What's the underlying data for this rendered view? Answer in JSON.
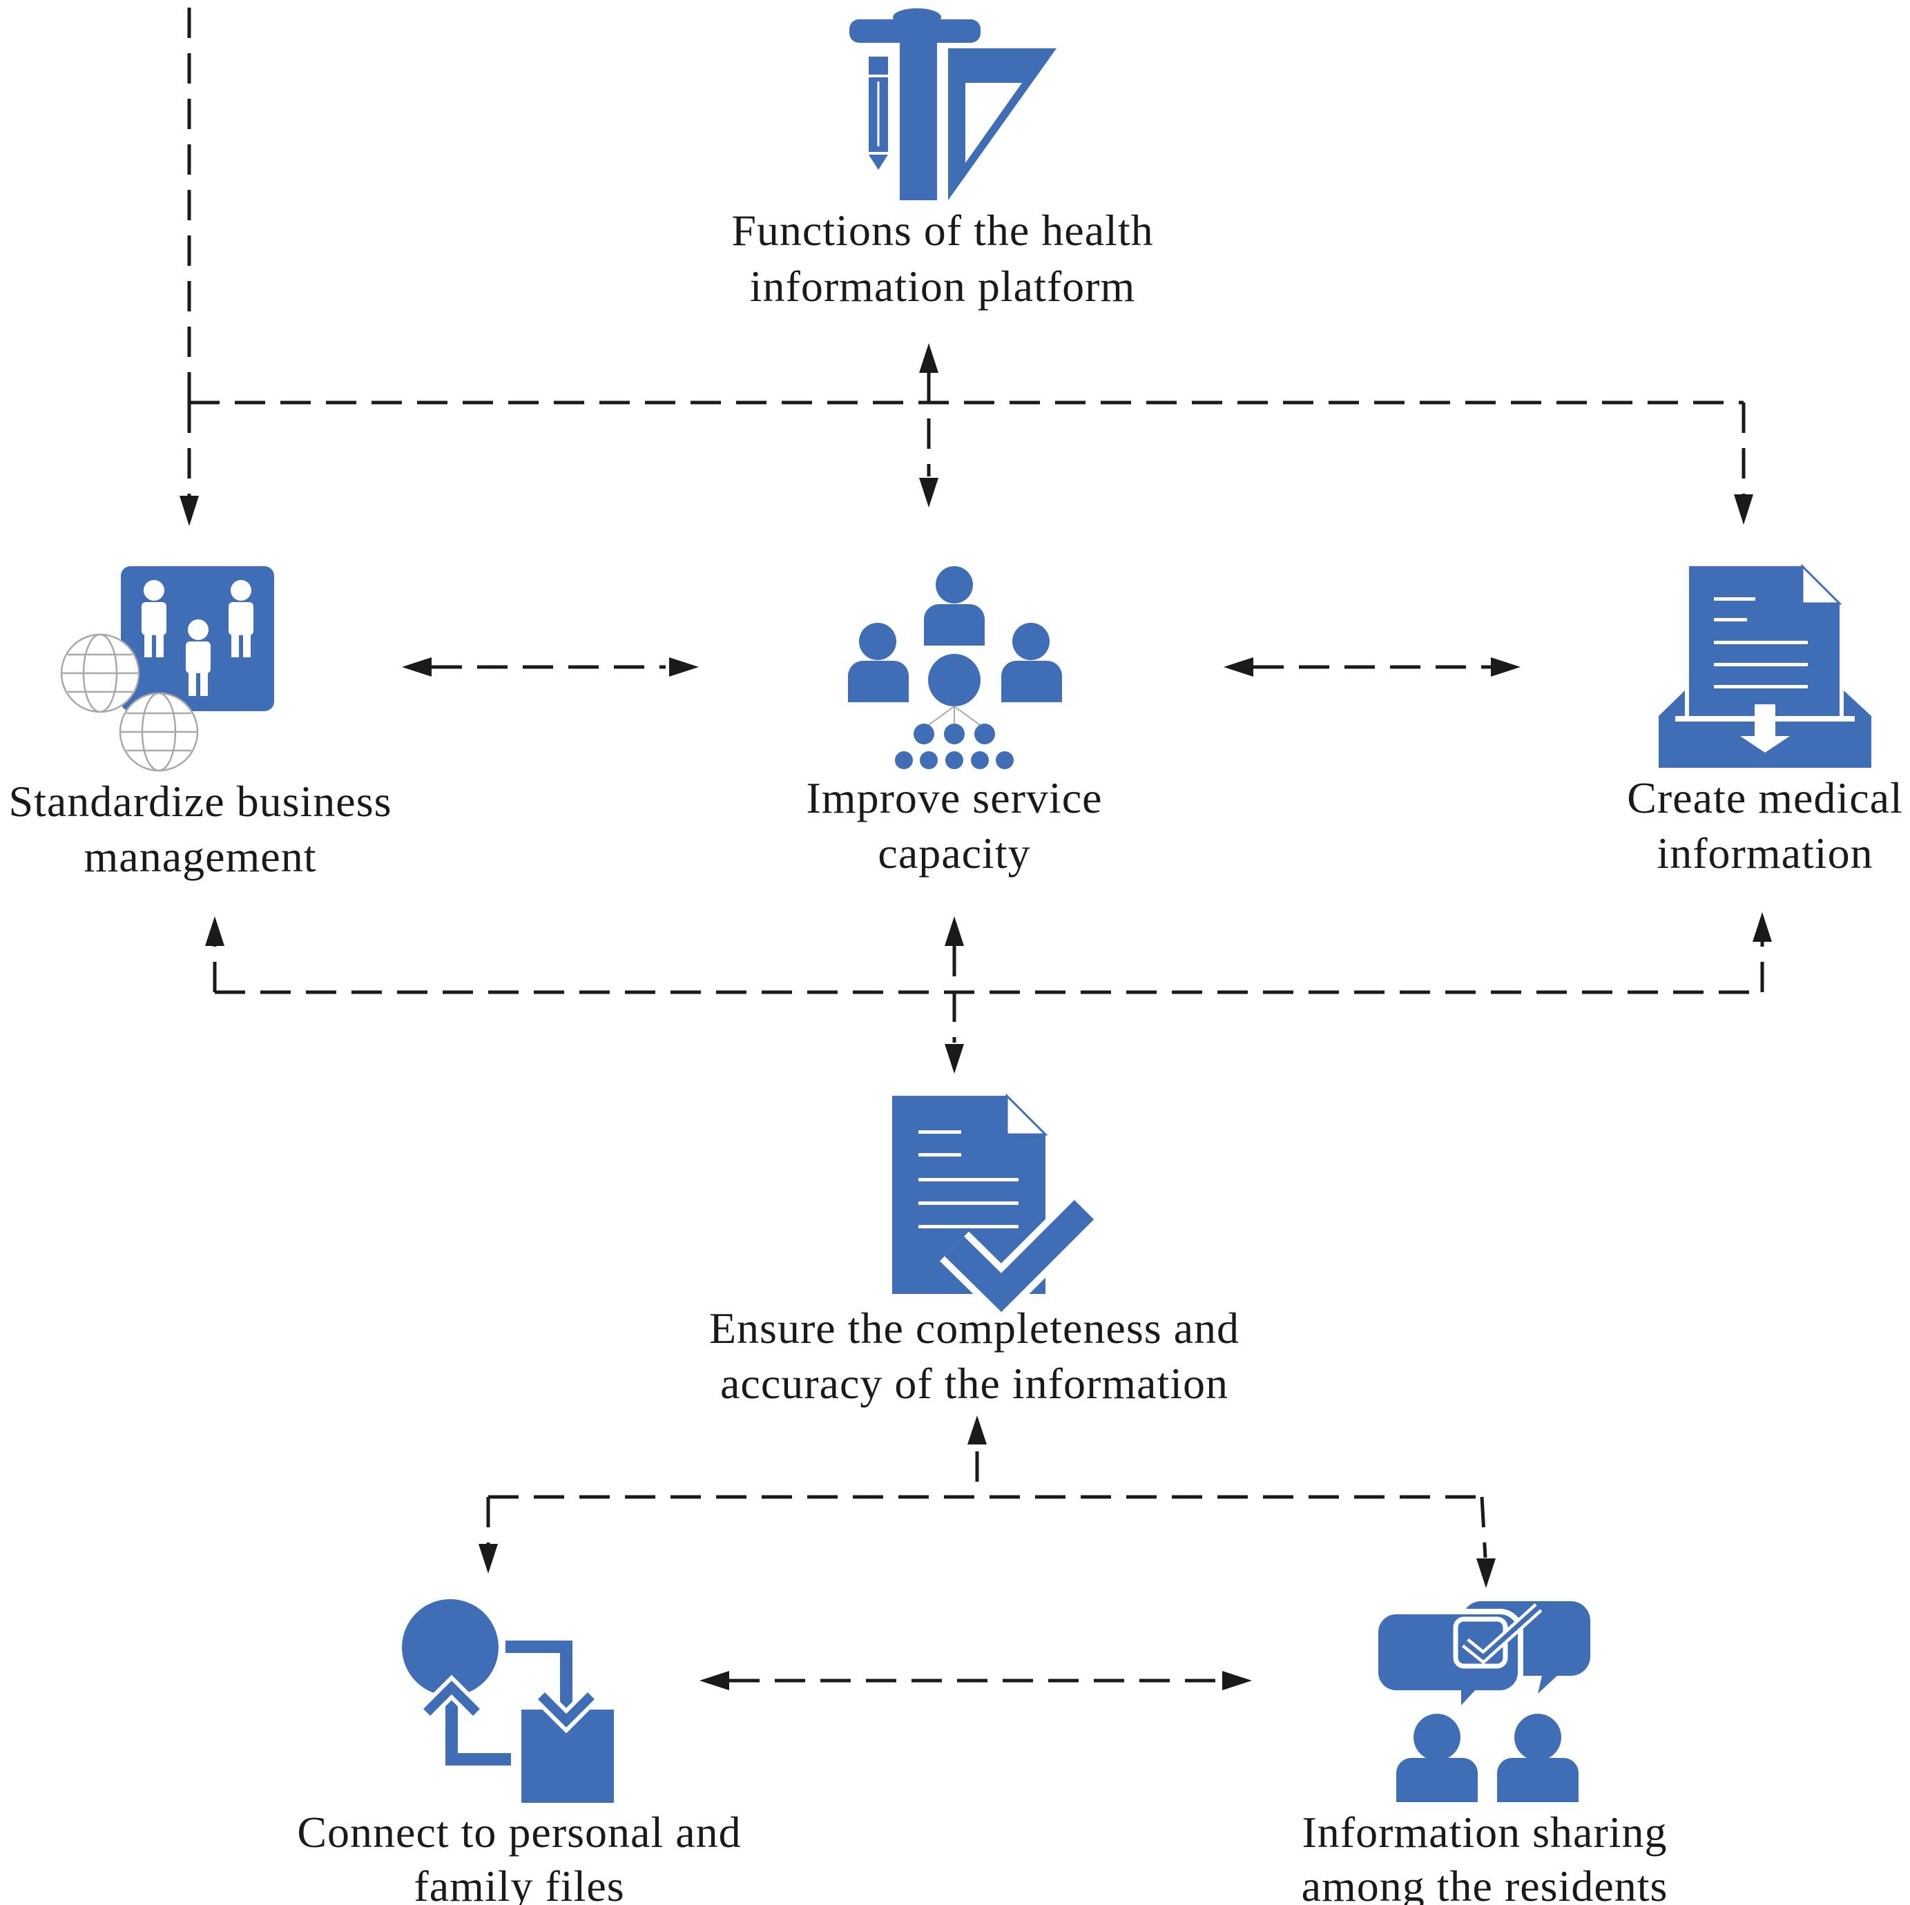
{
  "nodes": {
    "functions": {
      "line1": "Functions of the health",
      "line2": "information platform",
      "icon": "ruler-pencil-triangle-icon"
    },
    "standardize": {
      "line1": "Standardize business",
      "line2": "management",
      "icon": "people-globe-icon"
    },
    "improve": {
      "line1": "Improve service",
      "line2": "capacity",
      "icon": "team-hierarchy-icon"
    },
    "create": {
      "line1": "Create medical",
      "line2": "information",
      "icon": "document-inbox-icon"
    },
    "ensure": {
      "line1": "Ensure the completeness and",
      "line2": "accuracy of the information",
      "icon": "document-check-icon"
    },
    "connect": {
      "line1": "Connect to personal and",
      "line2": "family files",
      "icon": "cycle-flow-icon"
    },
    "sharing": {
      "line1": "Information sharing",
      "line2": "among the residents",
      "icon": "chat-people-icon"
    }
  },
  "colors": {
    "icon": "#3f6eb7",
    "connector": "#1a1a1a",
    "globe": "#a8a8a8"
  }
}
